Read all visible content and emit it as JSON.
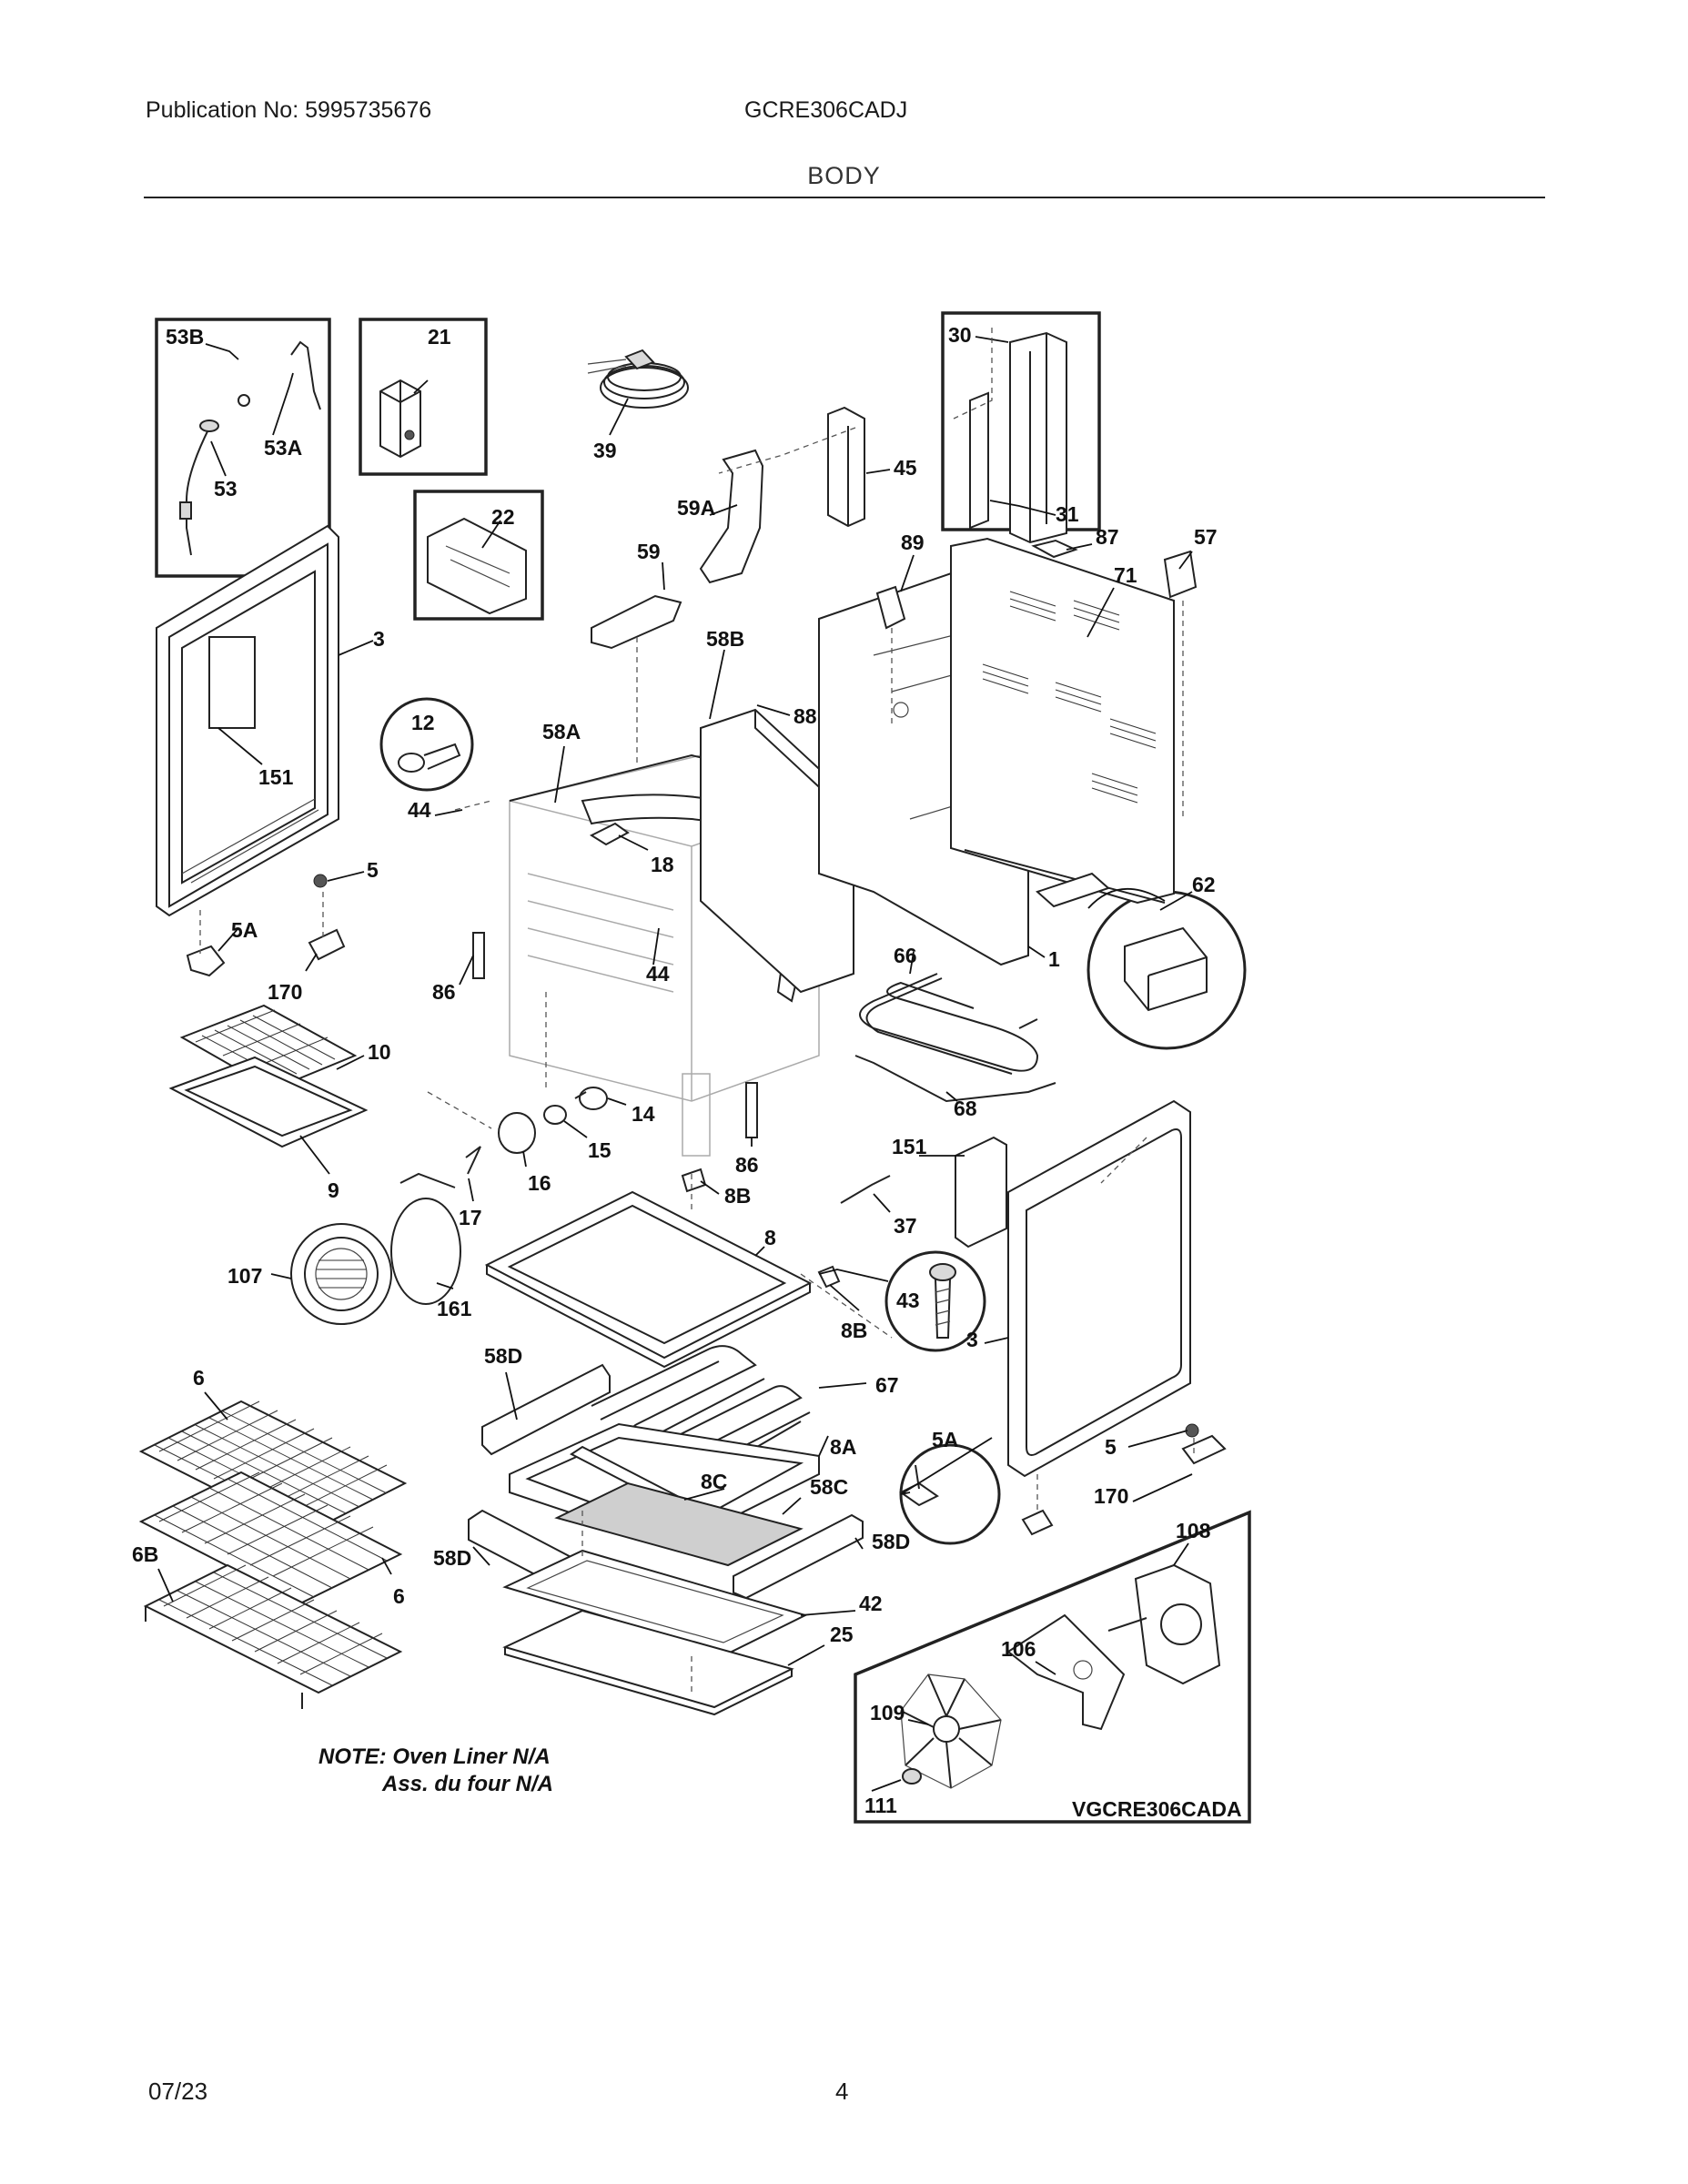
{
  "header": {
    "publication": "Publication No: 5995735676",
    "model": "GCRE306CADJ",
    "section": "BODY"
  },
  "footer": {
    "date": "07/23",
    "page": "4"
  },
  "note": {
    "line1": "NOTE: Oven Liner N/A",
    "line2": "Ass. du four N/A"
  },
  "inset_code": "VGCRE306CADA",
  "callouts": {
    "c53B": "53B",
    "c53A": "53A",
    "c53": "53",
    "c21": "21",
    "c22": "22",
    "c39": "39",
    "c30": "30",
    "c31": "31",
    "c45": "45",
    "c59A": "59A",
    "c59": "59",
    "c87": "87",
    "c57": "57",
    "c89": "89",
    "c71": "71",
    "c58B": "58B",
    "c88": "88",
    "c3a": "3",
    "c151a": "151",
    "c12": "12",
    "c58A": "58A",
    "c44a": "44",
    "c18": "18",
    "c5a": "5",
    "c5Aa": "5A",
    "c170a": "170",
    "c86a": "86",
    "c44b": "44",
    "c62": "62",
    "c66": "66",
    "c1": "1",
    "c10": "10",
    "c9": "9",
    "c14": "14",
    "c15": "15",
    "c16": "16",
    "c17": "17",
    "c86b": "86",
    "c68": "68",
    "c151b": "151",
    "c37": "37",
    "c8B1": "8B",
    "c8": "8",
    "c107": "107",
    "c161": "161",
    "c43": "43",
    "c8B2": "8B",
    "c3b": "3",
    "c6a": "6",
    "c58D1": "58D",
    "c67": "67",
    "c8A": "8A",
    "c5Ab": "5A",
    "c5b": "5",
    "c8C": "8C",
    "c58C": "58C",
    "c170b": "170",
    "c6B": "6B",
    "c58D2": "58D",
    "c58D3": "58D",
    "c6b": "6",
    "c42": "42",
    "c108": "108",
    "c25": "25",
    "c106": "106",
    "c109": "109",
    "c111": "111"
  }
}
